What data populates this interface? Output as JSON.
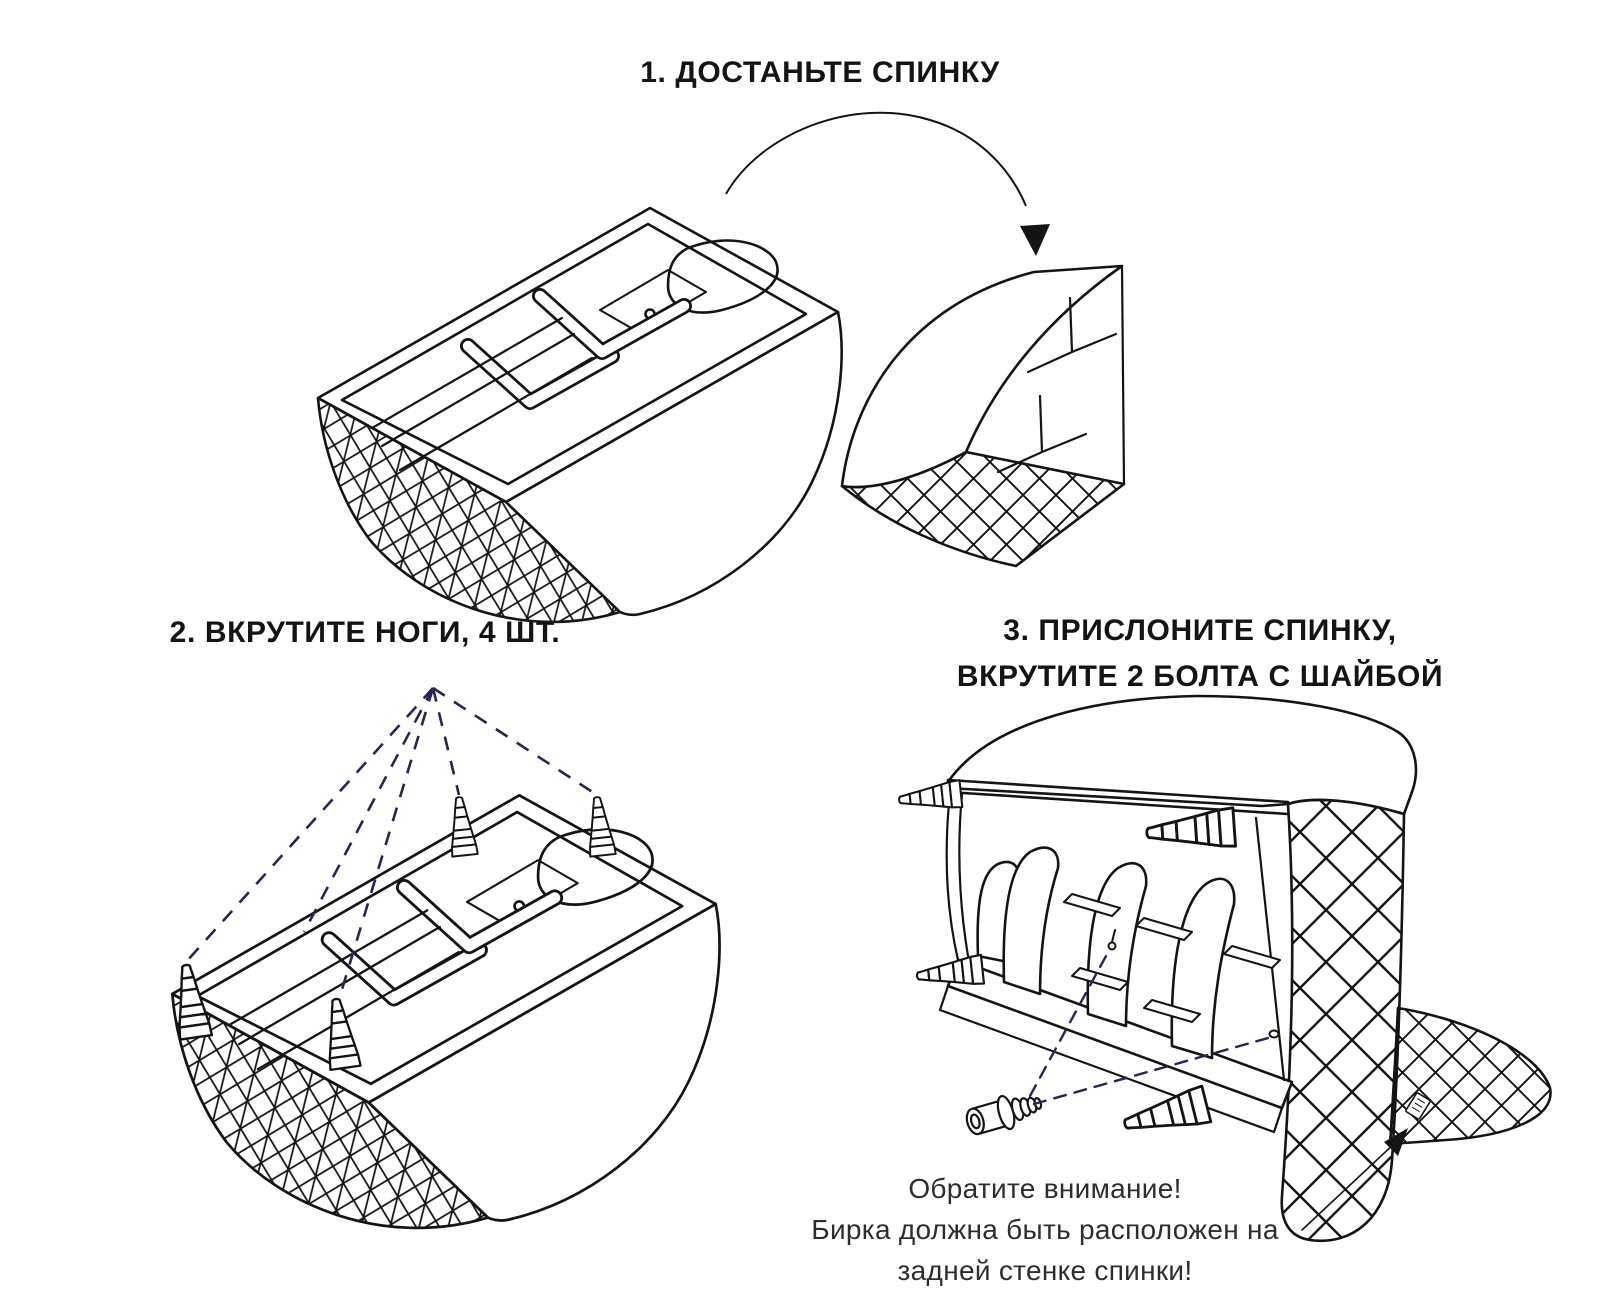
{
  "page": {
    "background": "#ffffff"
  },
  "steps": [
    {
      "number": "1",
      "title": "1. ДОСТАНЬТЕ СПИНКУ"
    },
    {
      "number": "2",
      "title": "2. ВКРУТИТЕ НОГИ, 4 ШТ."
    },
    {
      "number": "3",
      "title_lines": [
        "3. ПРИСЛОНИТЕ СПИНКУ,",
        "ВКРУТИТЕ 2 БОЛТА С ШАЙБОЙ"
      ]
    }
  ],
  "note": {
    "lines": [
      "Обратите внимание!",
      "Бирка должна быть расположен на",
      "задней стенке спинки!"
    ]
  },
  "colors": {
    "line_art": "#141414",
    "guide_dash": "#262650",
    "title_text": "#141414",
    "note_text": "#2d2d2d"
  }
}
